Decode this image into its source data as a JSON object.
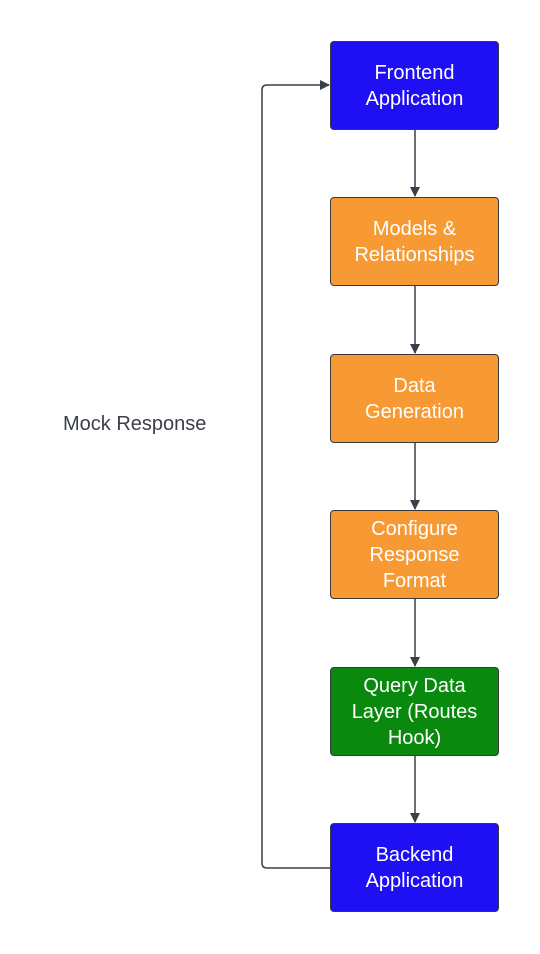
{
  "diagram": {
    "nodes": [
      {
        "id": "frontend",
        "label": "Frontend\nApplication",
        "color": "#1f0ff5"
      },
      {
        "id": "models",
        "label": "Models &\nRelationships",
        "color": "#f79a33"
      },
      {
        "id": "datagen",
        "label": "Data\nGeneration",
        "color": "#f79a33"
      },
      {
        "id": "config",
        "label": "Configure\nResponse\nFormat",
        "color": "#f79a33"
      },
      {
        "id": "query",
        "label": "Query Data\nLayer (Routes\nHook)",
        "color": "#098a0f"
      },
      {
        "id": "backend",
        "label": "Backend\nApplication",
        "color": "#1f0ff5"
      }
    ],
    "edges": [
      {
        "from": "frontend",
        "to": "models"
      },
      {
        "from": "models",
        "to": "datagen"
      },
      {
        "from": "datagen",
        "to": "config"
      },
      {
        "from": "config",
        "to": "query"
      },
      {
        "from": "query",
        "to": "backend"
      },
      {
        "from": "backend",
        "to": "frontend",
        "label": "Mock Response"
      }
    ],
    "edge_color": "#3a3f4a"
  }
}
